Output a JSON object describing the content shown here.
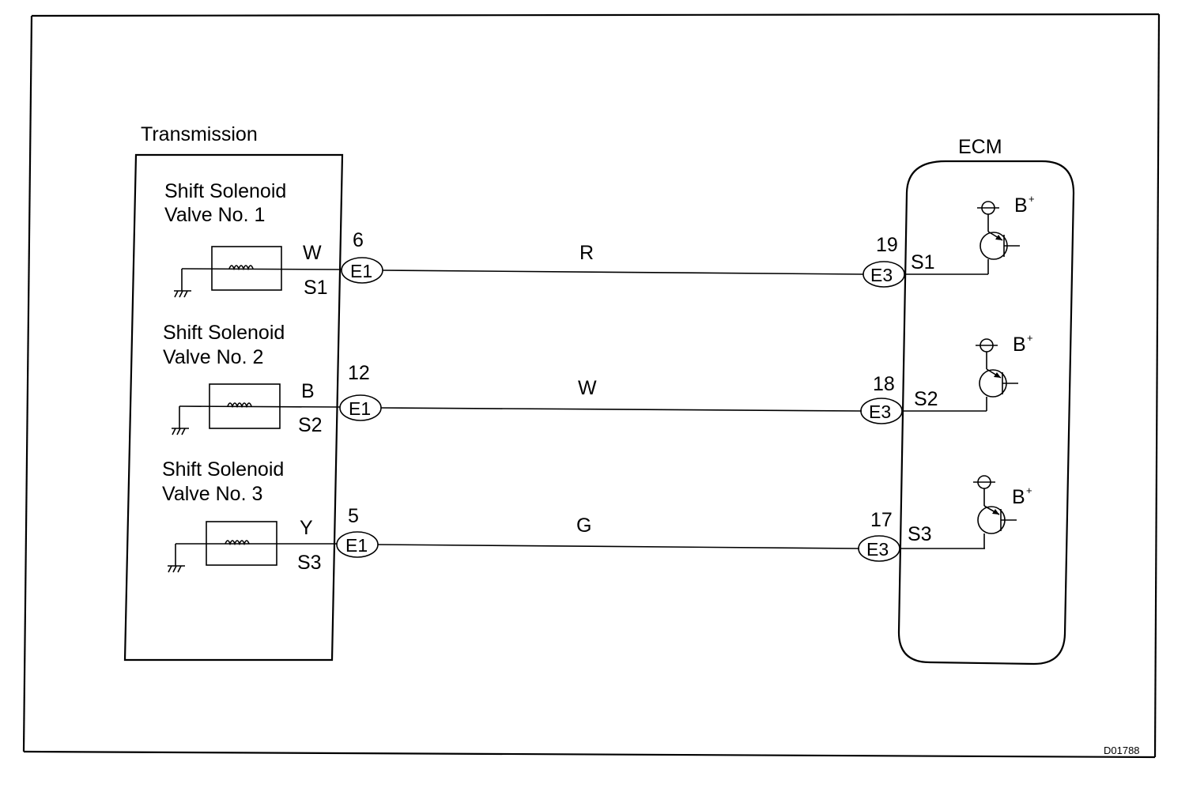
{
  "figure_code": "D01788",
  "transmission": {
    "title": "Transmission",
    "solenoids": [
      {
        "line1": "Shift  Solenoid",
        "line2": "Valve No. 1",
        "wire_color": "W",
        "signal": "S1"
      },
      {
        "line1": "Shift  Solenoid",
        "line2": "Valve No. 2",
        "wire_color": "B",
        "signal": "S2"
      },
      {
        "line1": "Shift  Solenoid",
        "line2": "Valve No. 3",
        "wire_color": "Y",
        "signal": "S3"
      }
    ]
  },
  "harness": [
    {
      "connector_left": "E1",
      "pin_left": "6",
      "wire_color": "R",
      "connector_right": "E3",
      "pin_right": "19",
      "ecm_terminal": "S1"
    },
    {
      "connector_left": "E1",
      "pin_left": "12",
      "wire_color": "W",
      "connector_right": "E3",
      "pin_right": "18",
      "ecm_terminal": "S2"
    },
    {
      "connector_left": "E1",
      "pin_left": "5",
      "wire_color": "G",
      "connector_right": "E3",
      "pin_right": "17",
      "ecm_terminal": "S3"
    }
  ],
  "ecm": {
    "title": "ECM",
    "supply_label": "B",
    "supply_sup": "+"
  }
}
